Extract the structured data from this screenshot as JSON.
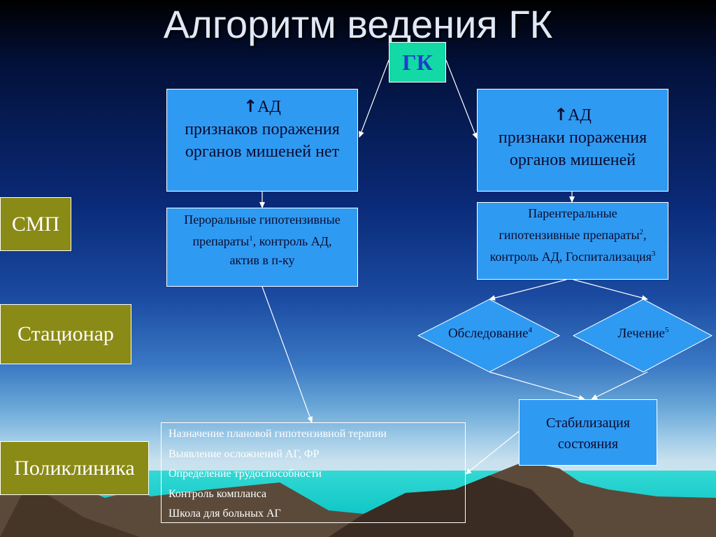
{
  "title": "Алгоритм ведения ГК",
  "root": "ГК",
  "left_branch": {
    "condition": {
      "arrow": "↑",
      "head": "АД",
      "text": "признаков поражения органов мишеней нет"
    },
    "action": {
      "text1": "Пероральные гипотензивные препараты",
      "sup": "1",
      "text2": ", контроль АД, актив в п-ку"
    }
  },
  "right_branch": {
    "condition": {
      "arrow": "↑",
      "head": "АД",
      "text": "признаки поражения органов мишеней"
    },
    "action": {
      "text1": "Парентеральные гипотензивные препараты",
      "sup1": "2",
      "text2": ", контроль АД, Госпитализация",
      "sup2": "3"
    },
    "diamonds": [
      {
        "label": "Обследование",
        "sup": "4"
      },
      {
        "label": "Лечение",
        "sup": "5"
      }
    ],
    "result": "Стабилизация состояния"
  },
  "levels": [
    "СМП",
    "Стационар",
    "Поликлиника"
  ],
  "polyclinic_tasks": [
    "Назначение плановой гипотензивной терапии",
    "Выявление осложнений АГ, ФР",
    "Определение трудоспособности",
    "Контроль компланса",
    "Школа для больных АГ"
  ],
  "colors": {
    "box_fill": "#2f9af2",
    "root_fill": "#12d9a6",
    "level_fill": "#8a8a16"
  }
}
